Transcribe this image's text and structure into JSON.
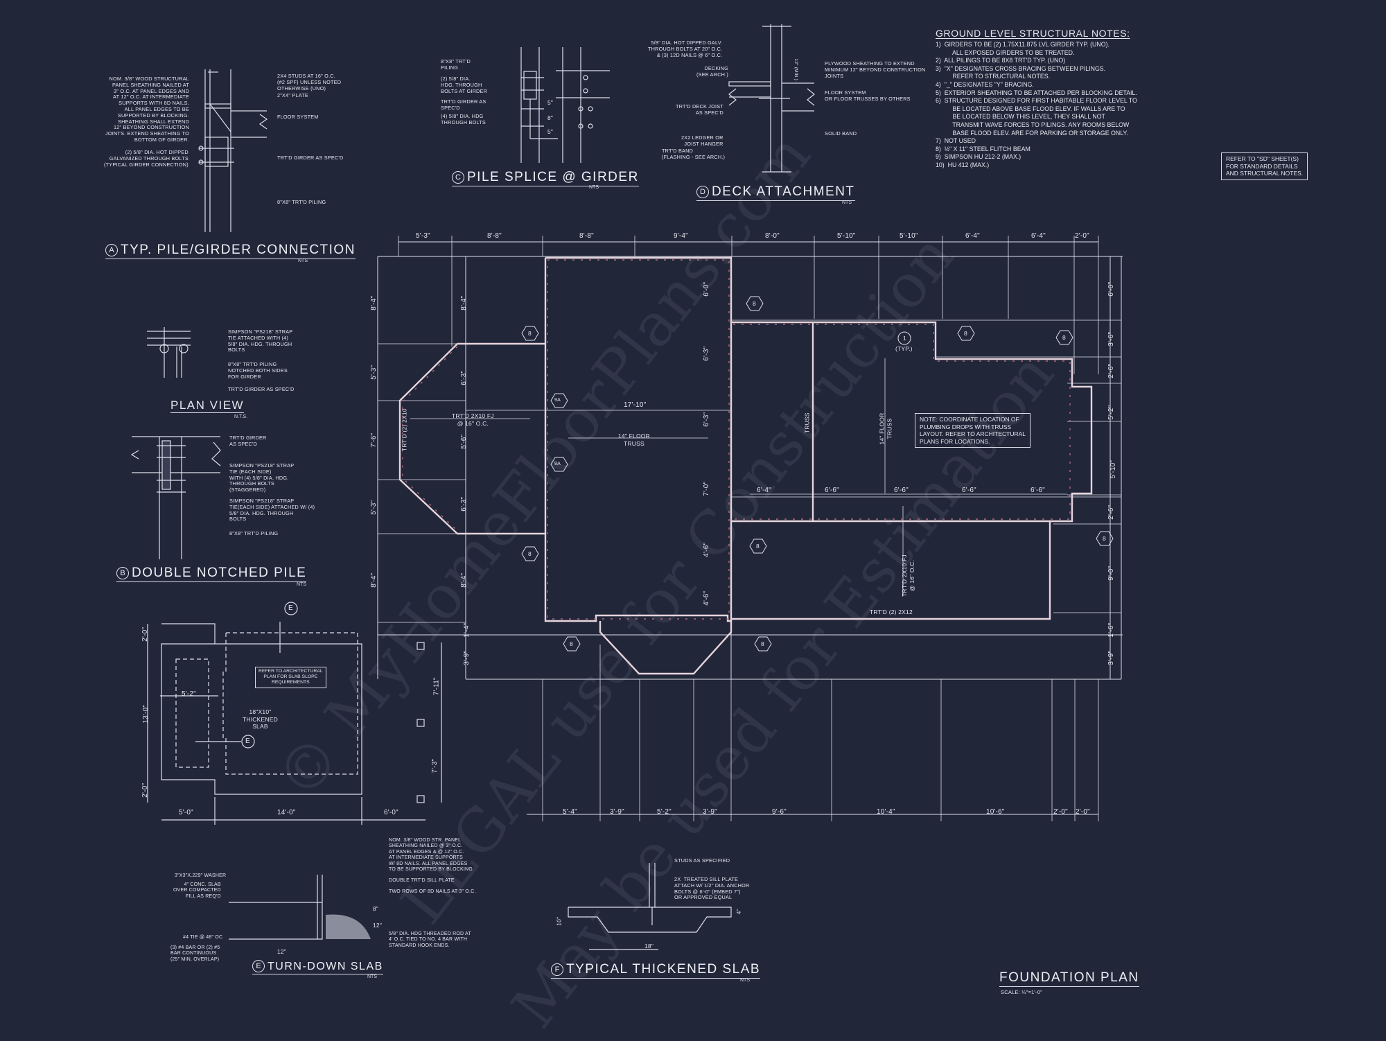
{
  "sheet": {
    "title": "FOUNDATION PLAN",
    "scale": "SCALE: ¼\"=1'-0\"",
    "refer_box": "REFER TO \"SD\" SHEET(S)\nFOR STANDARD DETAILS\nAND STRUCTURAL NOTES.",
    "colors": {
      "background": "#222639",
      "lines": "#e4e6ee",
      "wall_hatch": "#b0697a"
    },
    "watermark": [
      "© MyHomeFloorPlans.com",
      "LEGAL use for Construction",
      "May be used for Estimation"
    ]
  },
  "notes": {
    "heading": "GROUND LEVEL STRUCTURAL NOTES:",
    "items": [
      "1)  GIRDERS TO BE (2) 1.75x11.875 LVL GIRDER TYP. (UNO).\n          ALL EXPOSED GIRDERS TO BE TREATED.",
      "2)  ALL PILINGS TO BE 8x8 TRT'D TYP. (UNO)",
      "3)  \"X\" DESIGNATES CROSS BRACING BETWEEN PILINGS.\n          REFER TO STRUCTURAL NOTES.",
      "4)  \"_\" DESIGNATES \"Y\" BRACING.",
      "5)  EXTERIOR SHEATHING TO BE ATTACHED PER BLOCKING DETAIL.",
      "6)  STRUCTURE DESIGNED FOR FIRST HABITABLE FLOOR LEVEL TO\n          BE LOCATED ABOVE BASE FLOOD ELEV. IF WALLS ARE TO\n          BE LOCATED BELOW THIS LEVEL, THEY SHALL NOT\n          TRANSMIT WAVE FORCES TO PILINGS. ANY ROOMS BELOW\n          BASE FLOOD ELEV. ARE FOR PARKING OR STORAGE ONLY.",
      "7)  NOT USED",
      "8)  ½\" x 11\" STEEL FLITCH BEAM",
      "9)  SIMPSON HU 212-2 (MAX.)",
      "10)  HU 412 (MAX.)"
    ]
  },
  "details": {
    "A": {
      "bubble": "A",
      "title": "TYP. PILE/GIRDER CONNECTION",
      "nts": "NTS",
      "labels": {
        "sheathing": "NOM. 3/8\" WOOD STRUCTURAL\nPANEL SHEATHING NAILED AT\n3\" O.C. AT PANEL EDGES AND\nAT 12\" O.C. AT INTERMEDIATE\nSUPPORTS WITH 8d NAILS.\nALL PANEL EDGES TO BE\nSUPPORTED BY BLOCKING.\nSHEATHING SHALL EXTEND\n12\" BEYOND CONSTRUCTION\nJOINTS. EXTEND SHEATHING TO\nBOTTOM OF GIRDER.",
        "bolts": "(2) 5/8\" DIA. HOT DIPPED\nGALVANIZED THROUGH BOLTS\n(TYPICAL GIRDER CONNECTION)",
        "studs": "2x4 STUDS AT 16\" O.C.\n(#2 SPF) UNLESS NOTED\nOTHERWISE (UNO)",
        "plate": "2\"x4\" PLATE",
        "floor": "FLOOR SYSTEM",
        "girder": "TRT'D GIRDER AS SPEC'D",
        "piling": "8\"x8\" TRT'D PILING"
      }
    },
    "B": {
      "bubble": "B",
      "title": "DOUBLE NOTCHED PILE",
      "nts": "NTS",
      "plan_view_title": "PLAN VIEW",
      "plan_view_nts": "N.T.S.",
      "plan_labels": {
        "strap": "SIMPSON \"PS218\" STRAP\nTIE ATTACHED WITH (4)\n5/8\" DIA. HDG. THROUGH\nBOLTS",
        "piling": "8\"x8\" TRT'D PILING\nNOTCHED BOTH SIDES\nFOR GIRDER",
        "girder": "TRT'D GIRDER AS SPEC'D"
      },
      "elev_labels": {
        "girder": "TRT'D GIRDER\nAS SPEC'D",
        "strap1": "SIMPSON \"PS218\" STRAP\nTIE (EACH SIDE)\nWITH (4) 5/8\" DIA. HDG.\nTHROUGH BOLTS\n(STAGGERED)",
        "strap2": "SIMPSON \"PS218\" STRAP\nTIE(EACH SIDE) ATTACHED w/ (4)\n5/8\" DIA. HDG. THROUGH\nBOLTS",
        "piling": "8\"x8\" TRT'D PILING"
      }
    },
    "C": {
      "bubble": "C",
      "title": "PILE SPLICE @ GIRDER",
      "nts": "NTS",
      "labels": {
        "piling": "8\"x8\" TRT'D\nPILING",
        "bolts2": "(2) 5/8\" DIA.\nHDG. THROUGH\nBOLTS AT GIRDER",
        "girder": "TRT'D GIRDER AS\nSPEC'D",
        "bolts4": "(4) 5/8\" DIA. HDG\nTHROUGH BOLTS"
      },
      "dims": [
        "5\"",
        "8\"",
        "5\""
      ]
    },
    "D": {
      "bubble": "D",
      "title": "DECK ATTACHMENT",
      "nts": "NTS",
      "labels": {
        "bolts": "5/8\" DIA. HOT DIPPED GALV.\nTHROUGH BOLTS AT 20\" O.C.\n& (3) 12d NAILS @ 6\" O.C.",
        "decking": "DECKING\n(SEE ARCH.)",
        "joist": "TRT'D DECK JOIST\nAS SPEC'D",
        "ledger": "2x2 LEDGER OR\nJOIST HANGER",
        "band": "TRT'D BAND\n(FLASHING - SEE ARCH.)",
        "plywood": "PLYWOOD SHEATHING TO EXTEND\nMINIMUM 12\" BEYOND CONSTRUCTION\nJOINTS",
        "floor": "FLOOR SYSTEM\nOR FLOOR TRUSSES BY OTHERS",
        "solid": "SOLID BAND",
        "min": "12\" (MIN.)"
      }
    },
    "E": {
      "bubble": "E",
      "title": "TURN-DOWN SLAB",
      "nts": "NTS",
      "labels": {
        "washer": "3\"x3\"x.229\" WASHER",
        "slab": "4\" CONC. SLAB\nOVER COMPACTED\nFILL AS REQ'D",
        "tie": "#4 TIE @ 48\" OC",
        "bar": "(3) #4 BAR OR (2) #5\nBAR CONTINUOUS\n(25\" MIN. OVERLAP)",
        "panel": "NOM. 3/8\" WOOD STR. PANEL\nSHEATHING NAILED @ 3\" O.C.\nAT PANEL EDGES & @ 12\" O.C.\nAT INTERMEDIATE SUPPORTS\nw/ 8d NAILS. ALL PANEL EDGES\nTO BE SUPPORTED BY BLOCKING",
        "sill": "DOUBLE TRT'D SILL PLATE",
        "nails": "TWO ROWS OF 8d NAILS AT 3\" O.C.",
        "rod": "5/8\" DIA. HDG THREADED ROD AT\n4' O.C. TIED TO NO. 4 BAR WITH\nSTANDARD HOOK ENDS."
      },
      "dims": [
        "8\"",
        "12\"",
        "12\""
      ]
    },
    "F": {
      "bubble": "F",
      "title": "TYPICAL THICKENED SLAB",
      "nts": "NTS",
      "labels": {
        "studs": "STUDS AS SPECIFIED",
        "sill": "2x  TREATED SILL PLATE\nATTACH w/ 1/2\" dia. ANCHOR\nBOLTS @ 6'-0\" (EMBED 7\")\nOR APPROVED EQUAL"
      },
      "dims": [
        "10\"",
        "4\"",
        "18\""
      ]
    }
  },
  "slab_plan": {
    "note": "REFER TO ARCHITECTURAL\nPLAN FOR SLAB SLOPE\nREQUIREMENTS",
    "thickened": "18\"x10\"\nTHICKENED\nSLAB",
    "bubble": "E",
    "dims": {
      "left": [
        "2'-0\"",
        "13'-0\"",
        "2'-0\""
      ],
      "bottom": [
        "5'-0\"",
        "14'-0\"",
        "6'-0\""
      ],
      "inner": "5'-2\"",
      "right": [
        "7'-11\"",
        "7'-3\""
      ]
    }
  },
  "plan": {
    "top_dims": [
      "5'-3\"",
      "8'-8\"",
      "8'-8\"",
      "9'-4\"",
      "8'-0\"",
      "5'-10\"",
      "5'-10\"",
      "6'-4\"",
      "6'-4\"",
      "2'-0\""
    ],
    "bottom_dims": [
      "5'-4\"",
      "3'-9\"",
      "5'-2\"",
      "3'-9\"",
      "9'-6\"",
      "10'-4\"",
      "10'-6\"",
      "2'-0\"",
      "2'-0\""
    ],
    "left_dims_outer": [
      "8'-4\"",
      "5'-3\"",
      "7'-6\"",
      "5'-3\"",
      "8'-4\"",
      "1'-4\"",
      "3'-9\""
    ],
    "left_dims_inner": [
      "8'-4\"",
      "6'-3\"",
      "5'-6\"",
      "6'-3\"",
      "8'-4\""
    ],
    "mid_dims": [
      "6'-0\"",
      "6'-3\"",
      "6'-3\"",
      "7'-0\"",
      "4'-6\"",
      "4'-6\""
    ],
    "right_dims": [
      "6'-0\"",
      "3'-6\"",
      "2'-6\"",
      "5'-2\"",
      "5'-10\"",
      "2'-6\"",
      "9'-0\"",
      "1'-6\"",
      "3'-9\""
    ],
    "room_dims": [
      "6'-4\"",
      "6'-6\"",
      "6'-6\"",
      "6'-6\"",
      "6'-6\""
    ],
    "labels": {
      "bay_joist": "TRT'D 2x10 FJ\n@ 16\" O.C.",
      "bay_beam": "TRT'D (2) 2x10",
      "span": "17'-10\"",
      "truss_center": "14\" FLOOR\nTRUSS",
      "truss_vert": "TRUSS",
      "truss_right": "14\" FLOOR\nTRUSS",
      "joist_right": "TRT'D 2x10 FJ\n@ 16\" O.C.",
      "beam_bottom": "TRT'D (2) 2x12",
      "typ": "(TYP.)",
      "plumbing_note": "NOTE: COORDINATE LOCATION OF\nPLUMBING DROPS WITH TRUSS\nLAYOUT. REFER TO ARCHITECTURAL\nPLANS FOR LOCATIONS."
    },
    "tags": [
      "8",
      "8",
      "8",
      "8",
      "8",
      "8",
      "8",
      "8",
      "8",
      "8",
      "1",
      "9A",
      "9A"
    ]
  }
}
